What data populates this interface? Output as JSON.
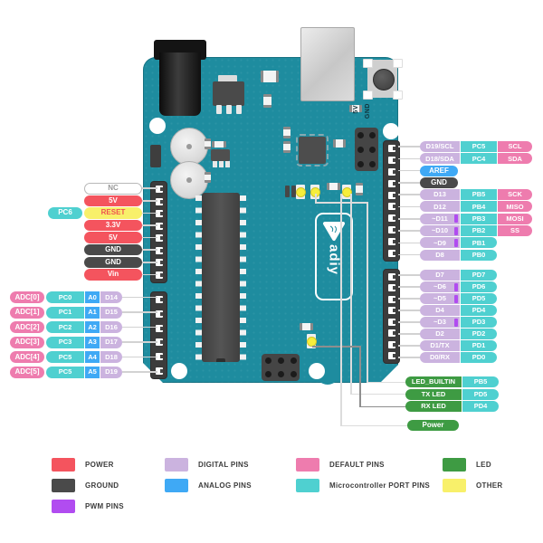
{
  "board": {
    "logo_text": "adiy",
    "labels": {
      "v5": "5V",
      "gnd": "GND"
    }
  },
  "left_power_pins": [
    {
      "label": "NC",
      "type": "nc"
    },
    {
      "label": "5V",
      "type": "power"
    },
    {
      "label": "RESET",
      "type": "other",
      "port": "PC6"
    },
    {
      "label": "3.3V",
      "type": "power"
    },
    {
      "label": "5V",
      "type": "power"
    },
    {
      "label": "GND",
      "type": "ground"
    },
    {
      "label": "GND",
      "type": "ground"
    },
    {
      "label": "Vin",
      "type": "power"
    }
  ],
  "left_analog_pins": [
    {
      "adc": "ADC[0]",
      "port": "PC0",
      "analog": "A0",
      "digital": "D14"
    },
    {
      "adc": "ADC[1]",
      "port": "PC1",
      "analog": "A1",
      "digital": "D15"
    },
    {
      "adc": "ADC[2]",
      "port": "PC2",
      "analog": "A2",
      "digital": "D16"
    },
    {
      "adc": "ADC[3]",
      "port": "PC3",
      "analog": "A3",
      "digital": "D17"
    },
    {
      "adc": "ADC[4]",
      "port": "PC5",
      "analog": "A4",
      "digital": "D18"
    },
    {
      "adc": "ADC[5]",
      "port": "PC5",
      "analog": "A5",
      "digital": "D19"
    }
  ],
  "right_upper_pins": [
    {
      "digital": "D19/SCL",
      "port": "PC5",
      "function": "SCL"
    },
    {
      "digital": "D18/SDA",
      "port": "PC4",
      "function": "SDA"
    },
    {
      "single": "AREF",
      "type": "analog"
    },
    {
      "single": "GND",
      "type": "ground"
    },
    {
      "digital": "D13",
      "port": "PB5",
      "function": "SCK"
    },
    {
      "digital": "D12",
      "port": "PB4",
      "function": "MISO"
    },
    {
      "digital": "~D11",
      "port": "PB3",
      "function": "MOSI",
      "pwm": true
    },
    {
      "digital": "~D10",
      "port": "PB2",
      "function": "SS",
      "pwm": true
    },
    {
      "digital": "~D9",
      "port": "PB1",
      "pwm": true
    },
    {
      "digital": "D8",
      "port": "PB0"
    }
  ],
  "right_lower_pins": [
    {
      "digital": "D7",
      "port": "PD7"
    },
    {
      "digital": "~D6",
      "port": "PD6",
      "pwm": true
    },
    {
      "digital": "~D5",
      "port": "PD5",
      "pwm": true
    },
    {
      "digital": "D4",
      "port": "PD4"
    },
    {
      "digital": "~D3",
      "port": "PD3",
      "pwm": true
    },
    {
      "digital": "D2",
      "port": "PD2"
    },
    {
      "digital": "D1/TX",
      "port": "PD1"
    },
    {
      "digital": "D0/RX",
      "port": "PD0"
    }
  ],
  "led_pins": [
    {
      "label": "LED_BUILTIN",
      "port": "PB5"
    },
    {
      "label": "TX LED",
      "port": "PD5"
    },
    {
      "label": "RX LED",
      "port": "PD4"
    }
  ],
  "power_label": "Power",
  "legend": {
    "columns": [
      [
        {
          "color_key": "power",
          "label": "POWER"
        },
        {
          "color_key": "ground",
          "label": "GROUND"
        },
        {
          "color_key": "pwm",
          "label": "PWM PINS"
        }
      ],
      [
        {
          "color_key": "digital",
          "label": "DIGITAL PINS"
        },
        {
          "color_key": "analog",
          "label": "ANALOG PINS"
        }
      ],
      [
        {
          "color_key": "default",
          "label": "DEFAULT PINS"
        },
        {
          "color_key": "port",
          "label": "Microcontroller PORT PINS"
        }
      ],
      [
        {
          "color_key": "led",
          "label": "LED"
        },
        {
          "color_key": "other",
          "label": "OTHER"
        }
      ]
    ]
  },
  "colors": {
    "board": "#1E8C9F",
    "power": "#F4545E",
    "ground": "#4A4A4A",
    "pwm": "#B14CF0",
    "digital": "#CBB3DF",
    "analog": "#3FA9F5",
    "default": "#EE7CAE",
    "port": "#4FD0D0",
    "led": "#3E9B43",
    "other": "#F8F06A"
  }
}
